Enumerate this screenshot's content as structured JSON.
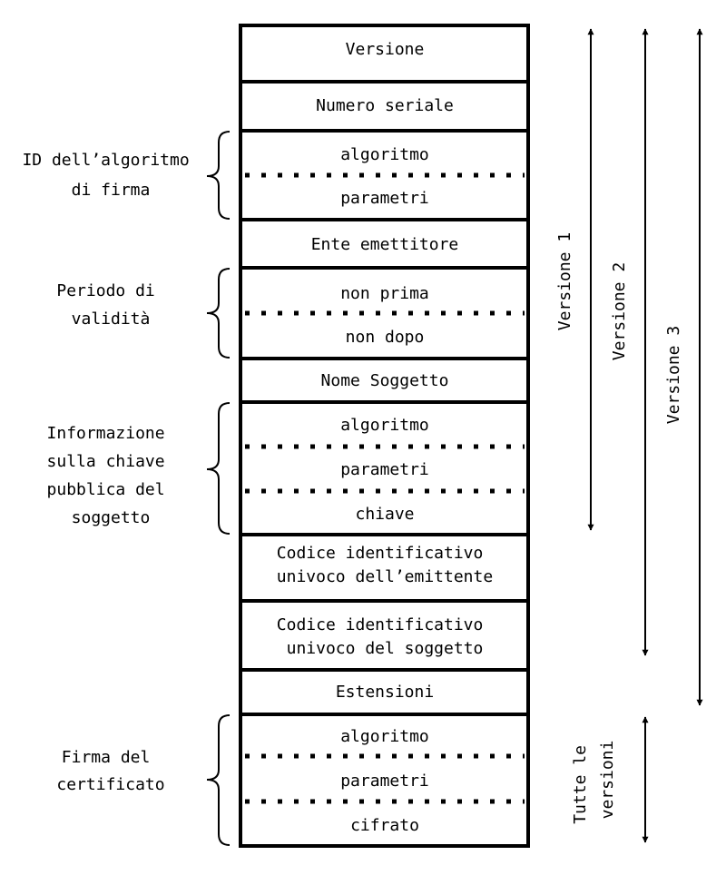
{
  "cells": [
    {
      "name": "versione",
      "lines": [
        "Versione"
      ]
    },
    {
      "name": "numero-seriale",
      "lines": [
        "Numero seriale"
      ]
    },
    {
      "name": "firma-algoritmo",
      "lines": [
        "algoritmo"
      ]
    },
    {
      "name": "firma-parametri",
      "lines": [
        "parametri"
      ]
    },
    {
      "name": "ente-emettitore",
      "lines": [
        "Ente emettitore"
      ]
    },
    {
      "name": "non-prima",
      "lines": [
        "non prima"
      ]
    },
    {
      "name": "non-dopo",
      "lines": [
        "non dopo"
      ]
    },
    {
      "name": "nome-soggetto",
      "lines": [
        "Nome Soggetto"
      ]
    },
    {
      "name": "chiave-algoritmo",
      "lines": [
        "algoritmo"
      ]
    },
    {
      "name": "chiave-parametri",
      "lines": [
        "parametri"
      ]
    },
    {
      "name": "chiave",
      "lines": [
        "chiave"
      ]
    },
    {
      "name": "id-emittente",
      "lines": [
        "Codice identificativo",
        "univoco dell’emittente"
      ]
    },
    {
      "name": "id-soggetto",
      "lines": [
        "Codice identificativo",
        "univoco del soggetto"
      ]
    },
    {
      "name": "estensioni",
      "lines": [
        "Estensioni"
      ]
    },
    {
      "name": "cert-algoritmo",
      "lines": [
        "algoritmo"
      ]
    },
    {
      "name": "cert-parametri",
      "lines": [
        "parametri"
      ]
    },
    {
      "name": "cifrato",
      "lines": [
        "cifrato"
      ]
    }
  ],
  "groups": [
    {
      "name": "id-algoritmo-firma",
      "lines": [
        "ID dell’algoritmo",
        "di firma"
      ]
    },
    {
      "name": "periodo-validita",
      "lines": [
        "Periodo di",
        "validità"
      ]
    },
    {
      "name": "info-chiave-pubblica",
      "lines": [
        "Informazione",
        "sulla chiave",
        "pubblica del",
        "soggetto"
      ]
    },
    {
      "name": "firma-certificato",
      "lines": [
        "Firma del",
        "certificato"
      ]
    }
  ],
  "versions": [
    {
      "name": "versione-1",
      "label": "Versione 1"
    },
    {
      "name": "versione-2",
      "label": "Versione 2"
    },
    {
      "name": "versione-3",
      "label": "Versione 3"
    },
    {
      "name": "tutte-le-versioni",
      "label": "Tutte le versioni"
    }
  ]
}
